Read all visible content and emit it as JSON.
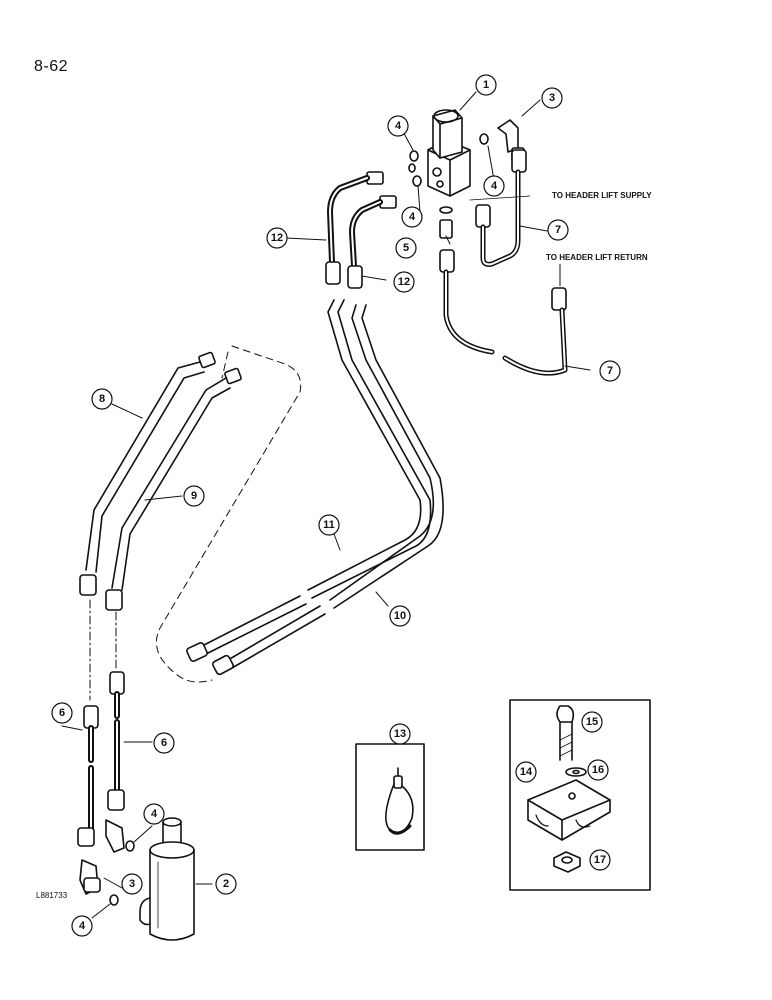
{
  "page_number": "8-62",
  "figure_code": "L881733",
  "notes": {
    "header_lift_supply": "TO HEADER LIFT SUPPLY",
    "header_lift_return": "TO HEADER LIFT RETURN"
  },
  "callouts": {
    "c1": "1",
    "c2": "2",
    "c3a": "3",
    "c3b": "3",
    "c4a": "4",
    "c4b": "4",
    "c4c": "4",
    "c4d": "4",
    "c4e": "4",
    "c5": "5",
    "c6a": "6",
    "c6b": "6",
    "c7a": "7",
    "c7b": "7",
    "c8": "8",
    "c9": "9",
    "c10": "10",
    "c11": "11",
    "c12a": "12",
    "c12b": "12",
    "c13": "13",
    "c14": "14",
    "c15": "15",
    "c16": "16",
    "c17": "17"
  }
}
